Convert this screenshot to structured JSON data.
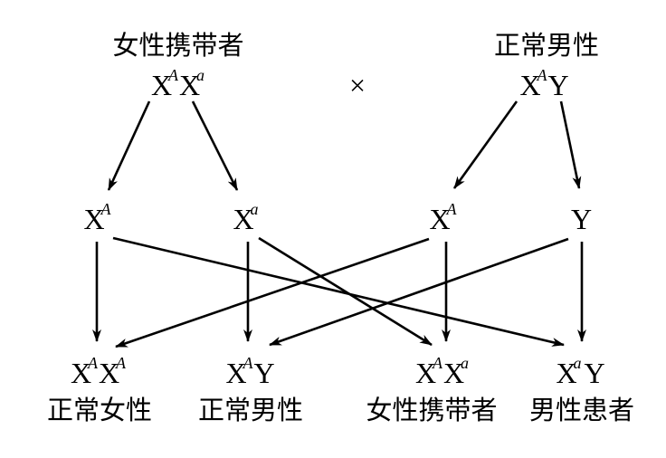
{
  "parents": {
    "mother": {
      "label": "女性携带者",
      "genotype": [
        {
          "base": "X",
          "sup": "A"
        },
        {
          "base": "X",
          "sup": "a"
        }
      ]
    },
    "father": {
      "label": "正常男性",
      "genotype": [
        {
          "base": "X",
          "sup": "A"
        },
        {
          "base": "Y",
          "sup": ""
        }
      ]
    },
    "cross_symbol": "×"
  },
  "gametes": [
    {
      "id": "g1",
      "genotype": [
        {
          "base": "X",
          "sup": "A"
        }
      ]
    },
    {
      "id": "g2",
      "genotype": [
        {
          "base": "X",
          "sup": "a"
        }
      ]
    },
    {
      "id": "g3",
      "genotype": [
        {
          "base": "X",
          "sup": "A"
        }
      ]
    },
    {
      "id": "g4",
      "genotype": [
        {
          "base": "Y",
          "sup": ""
        }
      ]
    }
  ],
  "offspring": [
    {
      "id": "o1",
      "genotype": [
        {
          "base": "X",
          "sup": "A"
        },
        {
          "base": "X",
          "sup": "A"
        }
      ],
      "label": "正常女性"
    },
    {
      "id": "o2",
      "genotype": [
        {
          "base": "X",
          "sup": "A"
        },
        {
          "base": "Y",
          "sup": ""
        }
      ],
      "label": "正常男性"
    },
    {
      "id": "o3",
      "genotype": [
        {
          "base": "X",
          "sup": "A"
        },
        {
          "base": "X",
          "sup": "a"
        }
      ],
      "label": "女性携带者"
    },
    {
      "id": "o4",
      "genotype": [
        {
          "base": "X",
          "sup": "a"
        },
        {
          "base": "Y",
          "sup": ""
        }
      ],
      "label": "男性患者"
    }
  ],
  "arrows": [
    {
      "from": "mother",
      "to": "g1"
    },
    {
      "from": "mother",
      "to": "g2"
    },
    {
      "from": "father",
      "to": "g3"
    },
    {
      "from": "father",
      "to": "g4"
    },
    {
      "from": "g1",
      "to": "o1"
    },
    {
      "from": "g1",
      "to": "o4"
    },
    {
      "from": "g2",
      "to": "o2"
    },
    {
      "from": "g2",
      "to": "o3"
    },
    {
      "from": "g3",
      "to": "o1"
    },
    {
      "from": "g3",
      "to": "o3"
    },
    {
      "from": "g4",
      "to": "o2"
    },
    {
      "from": "g4",
      "to": "o4"
    }
  ]
}
